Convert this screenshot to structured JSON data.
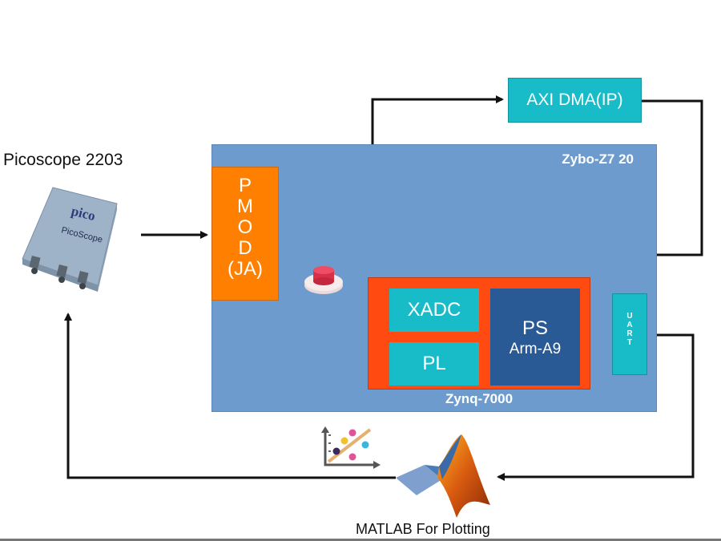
{
  "diagram": {
    "type": "block-diagram",
    "devices": {
      "picoscope": {
        "label": "Picoscope 2203",
        "icon": "oscilloscope-device-icon",
        "brand_text": "pico",
        "model_text": "PicoScope"
      },
      "matlab": {
        "label": "MATLAB For Plotting",
        "icon": "matlab-logo-icon",
        "plot_icon": "scatter-plot-icon"
      },
      "axi_dma": {
        "label": "AXI DMA(IP)"
      }
    },
    "board": {
      "label": "Zybo-Z7 20",
      "pmod": {
        "letters": [
          "P",
          "M",
          "O",
          "D"
        ],
        "sub": "(JA)"
      },
      "uart": {
        "letters": [
          "U",
          "A",
          "R",
          "T"
        ]
      },
      "zynq": {
        "label": "Zynq-7000",
        "xadc": "XADC",
        "pl": "PL",
        "ps": {
          "title": "PS",
          "subtitle": "Arm-A9"
        }
      },
      "button_icon": "push-button-icon"
    },
    "connections": [
      {
        "from": "Picoscope 2203",
        "to": "PMOD (JA)",
        "style": "black-arrow"
      },
      {
        "from": "PMOD (JA)",
        "to": "Zynq-7000",
        "style": "yellow-arrow",
        "via": "push-button"
      },
      {
        "from": "XADC",
        "to": "AXI DMA(IP)",
        "style": "black-arrow"
      },
      {
        "from": "AXI DMA(IP)",
        "to": "PS Arm-A9",
        "style": "black-arrow"
      },
      {
        "from": "UART",
        "to": "MATLAB For Plotting",
        "style": "black-arrow"
      },
      {
        "from": "MATLAB For Plotting",
        "to": "Picoscope 2203",
        "style": "black-arrow"
      }
    ],
    "colors": {
      "board": "#6d9bcd",
      "pmod": "#ff8000",
      "zynq": "#ff4a12",
      "teal_block": "#17bcc8",
      "ps_block": "#2a5a96",
      "signal_wire": "#f5f53a",
      "wire": "#111111"
    }
  }
}
